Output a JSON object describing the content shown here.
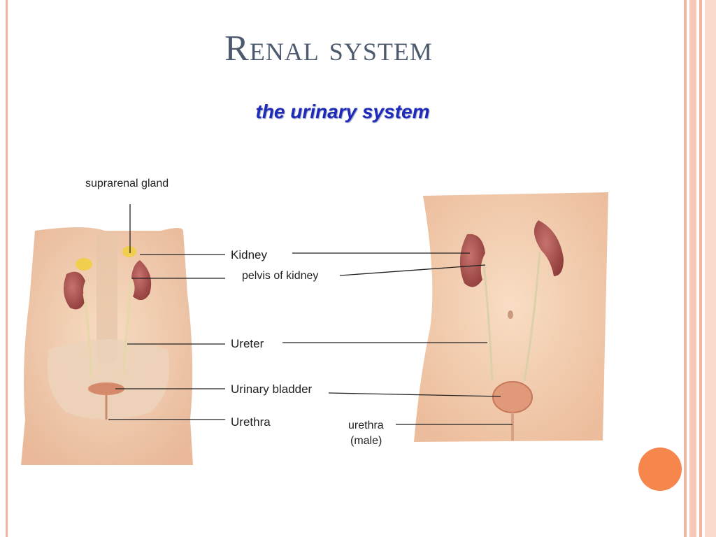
{
  "slide": {
    "title": "Renal system",
    "subtitle": "the urinary system"
  },
  "labels": {
    "suprarenal_gland": "suprarenal gland",
    "kidney": "Kidney",
    "pelvis_of_kidney": "pelvis of kidney",
    "ureter": "Ureter",
    "urinary_bladder": "Urinary bladder",
    "urethra": "Urethra",
    "urethra_male_line1": "urethra",
    "urethra_male_line2": "(male)"
  },
  "colors": {
    "title": "#4d5a6e",
    "subtitle": "#1f2bb8",
    "frame_stripes": "#f4b5a0",
    "accent_dot": "#f7864c",
    "kidney": "#a8504d",
    "skin": "#f3d2b4"
  }
}
